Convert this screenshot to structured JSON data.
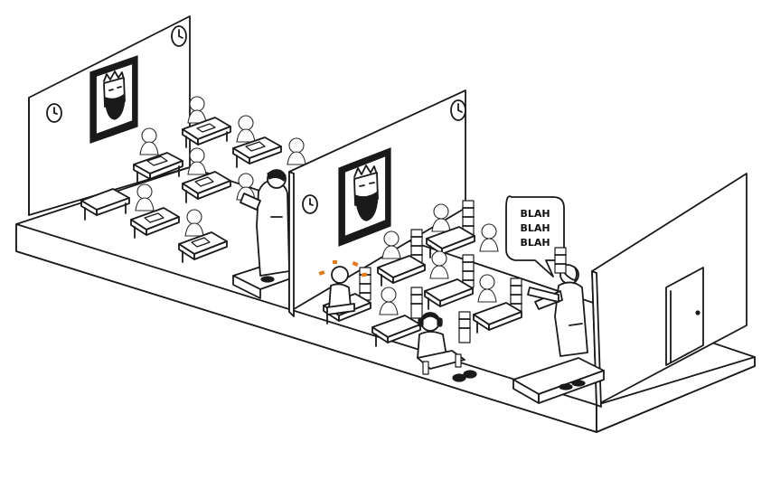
{
  "scene": {
    "speech_bubble": {
      "lines": [
        "BLAH",
        "BLAH",
        "BLAH"
      ]
    },
    "colors": {
      "ink": "#1a1a1a",
      "paper": "#ffffff",
      "distraction_marks": "#e07a1f"
    },
    "icons": [
      "wall-clock-icon",
      "portrait-king-icon",
      "door-icon"
    ]
  }
}
